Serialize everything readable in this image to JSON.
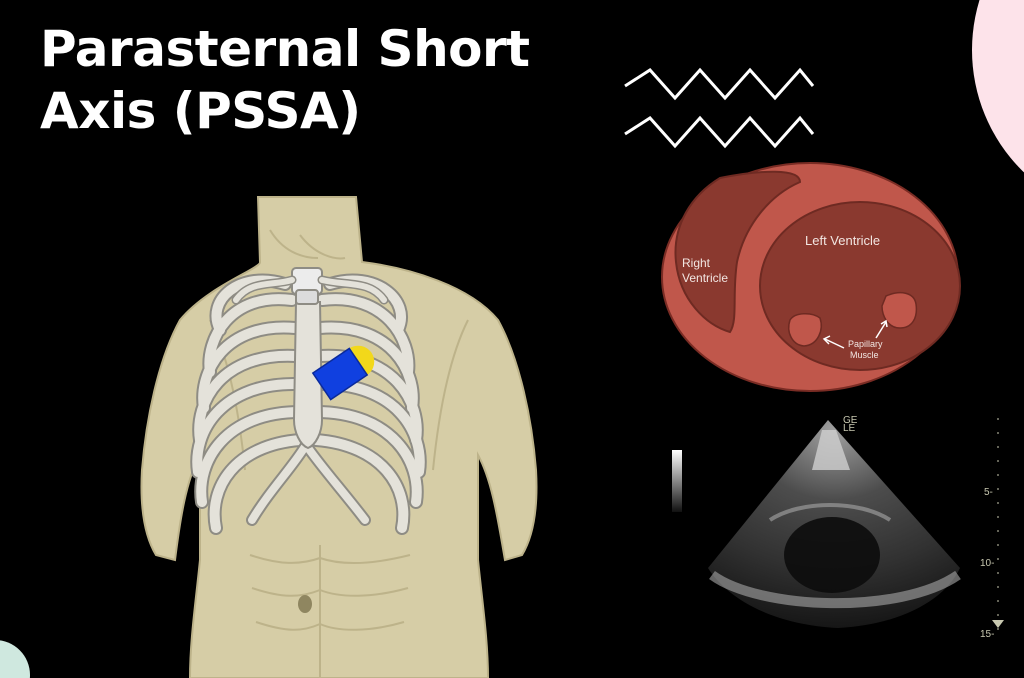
{
  "title": {
    "line1": "Parasternal Short",
    "line2": "Axis (PSSA)"
  },
  "heart_labels": {
    "right_ventricle_1": "Right",
    "right_ventricle_2": "Ventricle",
    "left_ventricle": "Left Ventricle",
    "papillary_1": "Papillary",
    "papillary_2": "Muscle"
  },
  "ultrasound": {
    "depth_ticks": [
      "5-",
      "10-",
      "15-"
    ],
    "corner_marks": [
      "GE",
      "LE"
    ]
  },
  "colors": {
    "background": "#000000",
    "skin": "#d6cda6",
    "ribs": "#e4e2da",
    "heart_outer": "#c0574b",
    "heart_inner": "#8a392f",
    "probe": "#1040e0",
    "probe_marker": "#f2d81a",
    "accent_pink": "#fde3ea"
  }
}
